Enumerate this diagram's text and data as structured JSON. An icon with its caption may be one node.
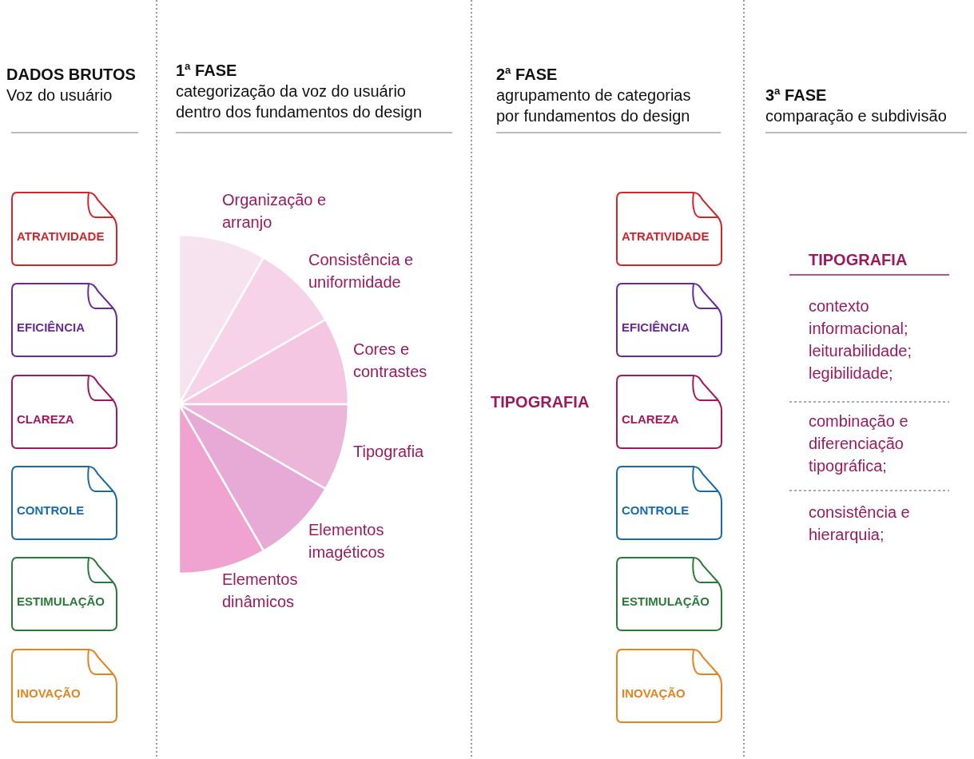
{
  "diagram": {
    "nodes": [
      {
        "text": [
          "ATRATIVIDADE"
        ]
      },
      {
        "text": [
          "EFICIÊNCIA"
        ]
      },
      {
        "text": [
          "CLAREZA"
        ]
      },
      {
        "text": [
          "CONTROLE"
        ]
      },
      {
        "text": [
          "ESTIMULAÇÃO"
        ]
      },
      {
        "text": [
          "INOVAÇÃO"
        ]
      },
      {
        "text": [
          "ATRATIVIDADE"
        ]
      },
      {
        "text": [
          "EFICIÊNCIA"
        ]
      },
      {
        "text": [
          "CLAREZA"
        ]
      },
      {
        "text": [
          "CONTROLE"
        ]
      },
      {
        "text": [
          "ESTIMULAÇÃO"
        ]
      },
      {
        "text": [
          "INOVAÇÃO"
        ]
      }
    ],
    "labels": [
      "DADOS BRUTOS",
      "Voz do usuário",
      "1ª FASE",
      "categorização da voz do usuário dentro dos fundamentos do design",
      "Organização e arranjo",
      "Consistência e uniformidade",
      "Cores e contrastes",
      "Tipografia",
      "Elementos imagéticos",
      "Elementos dinâmicos",
      "2ª FASE",
      "agrupamento de categorias por fundamentos do design",
      "3ª FASE",
      "comparação e subdivisão",
      "TIPOGRAFIA",
      "TIPOGRAFIA",
      "contexto informacional; leiturabilidade; legibilidade;",
      "combinação e diferenciação tipográfica;",
      "consistência e hierarquia;"
    ]
  }
}
